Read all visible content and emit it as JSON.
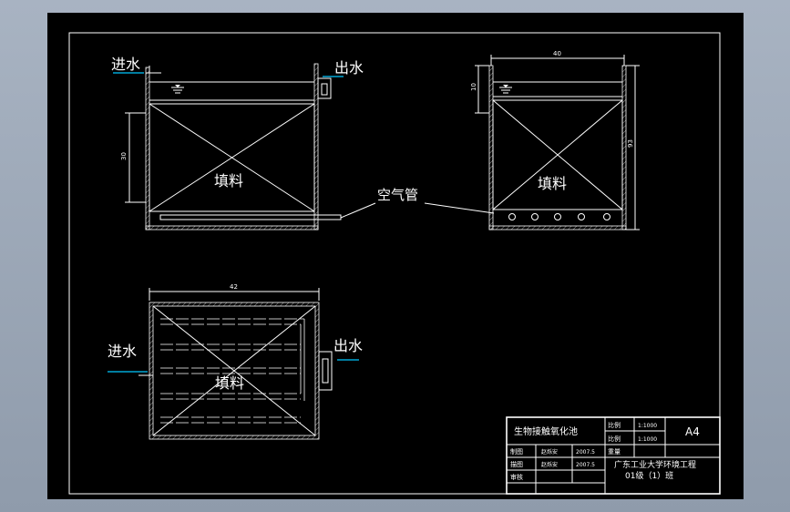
{
  "labels": {
    "inlet": "进水",
    "outlet": "出水",
    "filler": "填料",
    "air_pipe": "空气管"
  },
  "dimensions": {
    "side_depth": "30",
    "front_width": "40",
    "front_top": "10",
    "front_height": "93",
    "plan_width": "42"
  },
  "title_block": {
    "drawing_name": "生物接触氧化池",
    "scale_label_1": "比例",
    "scale_value_1": "1:1000",
    "scale_label_2": "比例",
    "scale_value_2": "1:1000",
    "weight_label": "重量",
    "sheet_size": "A4",
    "drawn_label": "制图",
    "drawn_name": "赵烁安",
    "drawn_date": "2007.5",
    "traced_label": "描图",
    "traced_name": "赵烁安",
    "traced_date": "2007.5",
    "review_label": "审核",
    "school_line_1": "广东工业大学环境工程",
    "school_line_2": "01级（1）班"
  }
}
